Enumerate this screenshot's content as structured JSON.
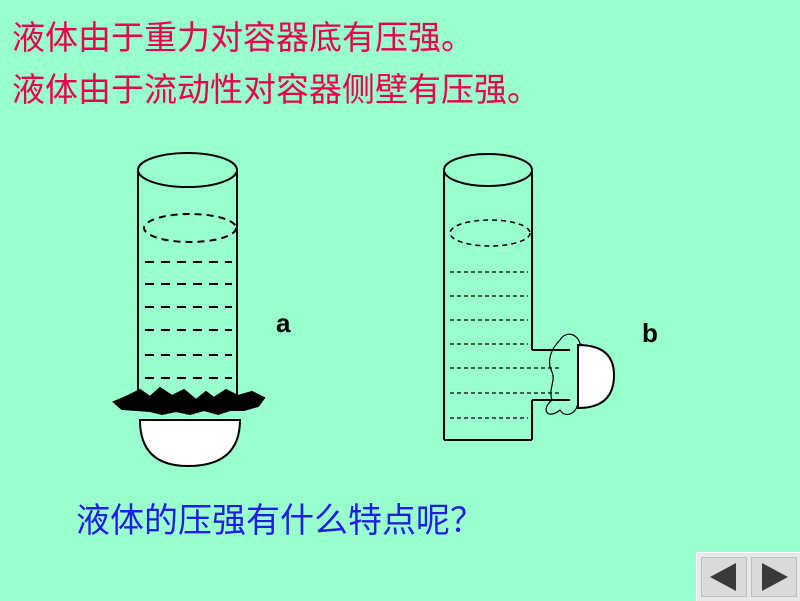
{
  "slide": {
    "line1": "液体由于重力对容器底有压强。",
    "line2": "液体由于流动性对容器侧壁有压强。",
    "question": "液体的压强有什么特点呢？",
    "label_a": "a",
    "label_b": "b"
  },
  "colors": {
    "background": "#99FFCC",
    "heading_text": "#E8004A",
    "question_text": "#1E1EE6",
    "nav_arrow": "#3A3A3A"
  },
  "icons": {
    "prev": "triangle-left-icon",
    "next": "triangle-right-icon"
  }
}
